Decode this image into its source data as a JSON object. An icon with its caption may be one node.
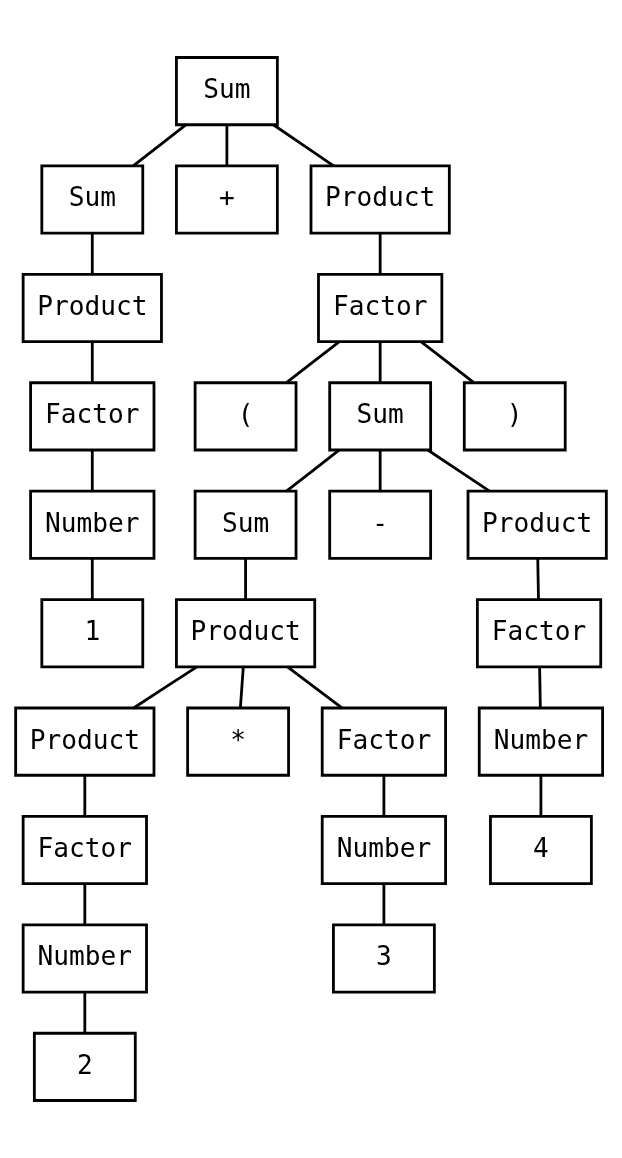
{
  "diagram": {
    "nodes": [
      {
        "text": [
          "Sum"
        ]
      },
      {
        "text": [
          "Sum"
        ]
      },
      {
        "text": [
          "+"
        ]
      },
      {
        "text": [
          "Product"
        ]
      },
      {
        "text": [
          "Product"
        ]
      },
      {
        "text": [
          "Factor"
        ]
      },
      {
        "text": [
          "Number"
        ]
      },
      {
        "text": [
          "1"
        ]
      },
      {
        "text": [
          "Factor"
        ]
      },
      {
        "text": [
          "("
        ]
      },
      {
        "text": [
          "Sum"
        ]
      },
      {
        "text": [
          ")"
        ]
      },
      {
        "text": [
          "Sum"
        ]
      },
      {
        "text": [
          "-"
        ]
      },
      {
        "text": [
          "Product"
        ]
      },
      {
        "text": [
          "Product"
        ]
      },
      {
        "text": [
          "Factor"
        ]
      },
      {
        "text": [
          "Product"
        ]
      },
      {
        "text": [
          "*"
        ]
      },
      {
        "text": [
          "Factor"
        ]
      },
      {
        "text": [
          "Number"
        ]
      },
      {
        "text": [
          "Factor"
        ]
      },
      {
        "text": [
          "Number"
        ]
      },
      {
        "text": [
          "4"
        ]
      },
      {
        "text": [
          "Number"
        ]
      },
      {
        "text": [
          "3"
        ]
      },
      {
        "text": [
          "2"
        ]
      }
    ],
    "edges": [
      {
        "from": 0,
        "to": 1,
        "arrow": "none"
      },
      {
        "from": 0,
        "to": 2,
        "arrow": "none"
      },
      {
        "from": 0,
        "to": 3,
        "arrow": "none"
      },
      {
        "from": 1,
        "to": 4,
        "arrow": "none"
      },
      {
        "from": 4,
        "to": 5,
        "arrow": "none"
      },
      {
        "from": 5,
        "to": 6,
        "arrow": "none"
      },
      {
        "from": 6,
        "to": 7,
        "arrow": "none"
      },
      {
        "from": 3,
        "to": 8,
        "arrow": "none"
      },
      {
        "from": 8,
        "to": 9,
        "arrow": "none"
      },
      {
        "from": 8,
        "to": 10,
        "arrow": "none"
      },
      {
        "from": 8,
        "to": 11,
        "arrow": "none"
      },
      {
        "from": 10,
        "to": 12,
        "arrow": "none"
      },
      {
        "from": 10,
        "to": 13,
        "arrow": "none"
      },
      {
        "from": 10,
        "to": 14,
        "arrow": "none"
      },
      {
        "from": 12,
        "to": 15,
        "arrow": "none"
      },
      {
        "from": 14,
        "to": 16,
        "arrow": "none"
      },
      {
        "from": 15,
        "to": 17,
        "arrow": "none"
      },
      {
        "from": 15,
        "to": 18,
        "arrow": "none"
      },
      {
        "from": 15,
        "to": 19,
        "arrow": "none"
      },
      {
        "from": 16,
        "to": 20,
        "arrow": "none"
      },
      {
        "from": 17,
        "to": 21,
        "arrow": "none"
      },
      {
        "from": 19,
        "to": 22,
        "arrow": "none"
      },
      {
        "from": 20,
        "to": 23,
        "arrow": "none"
      },
      {
        "from": 21,
        "to": 24,
        "arrow": "none"
      },
      {
        "from": 22,
        "to": 25,
        "arrow": "none"
      },
      {
        "from": 24,
        "to": 26,
        "arrow": "none"
      }
    ]
  }
}
